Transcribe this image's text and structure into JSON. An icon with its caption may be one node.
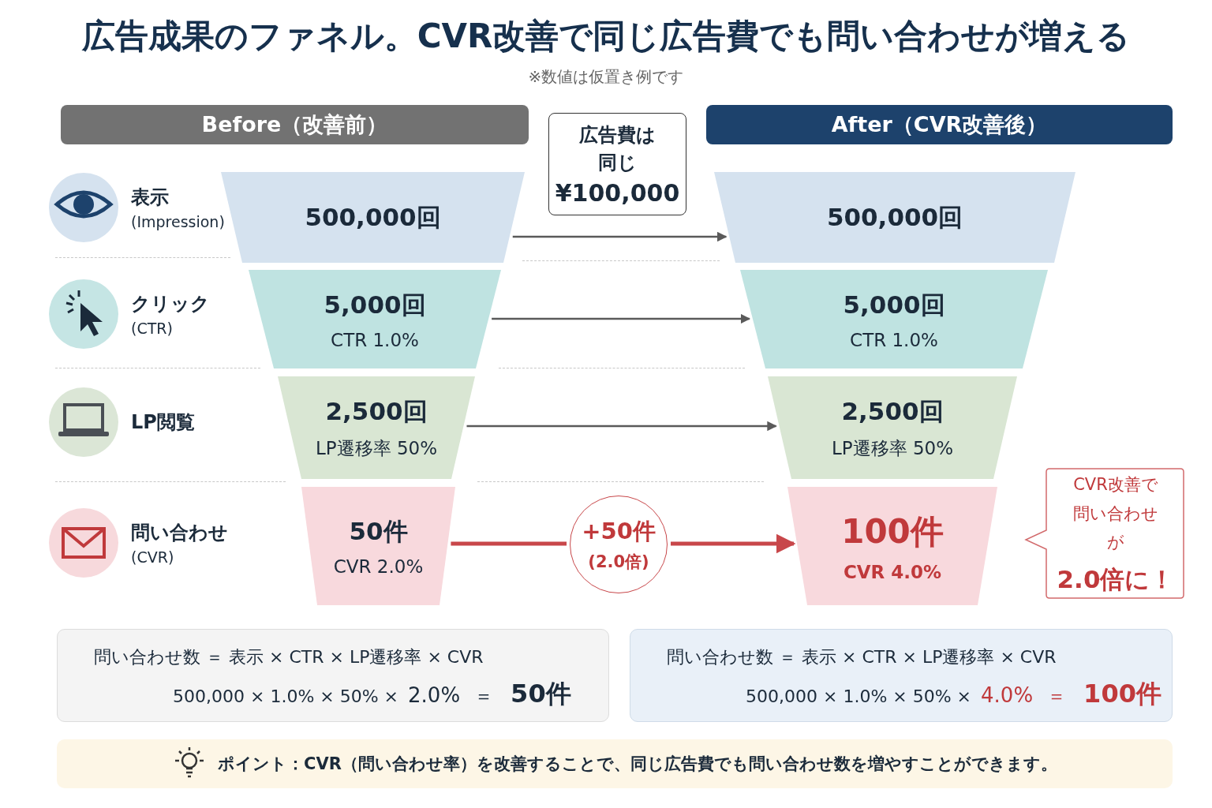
{
  "diagram": {
    "title": "広告成果のファネル。CVR改善で同じ広告費でも問い合わせが増える",
    "caption": "※数値は仮置き例です",
    "nodes": [
      {
        "text": [
          "Before（改善前）"
        ]
      },
      {
        "text": [
          "After（CVR改善後）"
        ]
      },
      {
        "text": [
          "広告費は同じ",
          "¥100,000"
        ]
      },
      {
        "text": [
          "表示",
          "(Impression)"
        ]
      },
      {
        "text": [
          "500,000回"
        ]
      },
      {
        "text": [
          "500,000回"
        ]
      },
      {
        "text": [
          "クリック",
          "(CTR)"
        ]
      },
      {
        "text": [
          "5,000回",
          "CTR 1.0%"
        ]
      },
      {
        "text": [
          "5,000回",
          "CTR 1.0%"
        ]
      },
      {
        "text": [
          "LP閲覧"
        ]
      },
      {
        "text": [
          "2,500回",
          "LP遷移率 50%"
        ]
      },
      {
        "text": [
          "2,500回",
          "LP遷移率 50%"
        ]
      },
      {
        "text": [
          "問い合わせ",
          "(CVR)"
        ]
      },
      {
        "text": [
          "50件",
          "CVR 2.0%"
        ]
      },
      {
        "text": [
          "+50件",
          "(2.0倍)"
        ]
      },
      {
        "text": [
          "100件",
          "CVR 4.0%"
        ]
      },
      {
        "text": [
          "CVR改善で問い合わせが",
          "2.0倍に！"
        ]
      },
      {
        "text": [
          "問い合わせ数 ＝ 表示 × CTR × LP遷移率 × CVR",
          "500,000 × 1.0% × 50% ×",
          "2.0%",
          "＝",
          "50件"
        ]
      },
      {
        "text": [
          "問い合わせ数 ＝ 表示 × CTR × LP遷移率 × CVR",
          "500,000 × 1.0% × 50% ×",
          "4.0%",
          "＝",
          "100件"
        ]
      },
      {
        "text": [
          "ポイント：CVR（問い合わせ率）を改善することで、同じ広告費でも問い合わせ数を増やすことができます。"
        ]
      }
    ],
    "edges": [
      {
        "from": 4,
        "to": 5,
        "arrow": "to"
      },
      {
        "from": 7,
        "to": 8,
        "arrow": "to"
      },
      {
        "from": 10,
        "to": 11,
        "arrow": "to"
      },
      {
        "from": 13,
        "to": 14,
        "arrow": "none",
        "style": "thick",
        "color": "#c8474a"
      },
      {
        "from": 14,
        "to": 15,
        "arrow": "to",
        "style": "thick",
        "color": "#c8474a"
      }
    ]
  }
}
